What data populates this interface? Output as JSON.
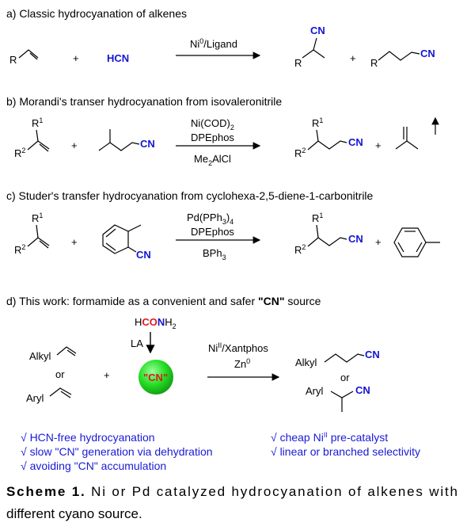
{
  "panel_a": {
    "title": "a) Classic hydrocyanation of alkenes",
    "substrate_r": "R",
    "plus1": "+",
    "reagent": "HCN",
    "condition": "Ni",
    "condition_sup": "0",
    "condition_rest": "/Ligand",
    "product1_cn": "CN",
    "product1_r": "R",
    "plus2": "+",
    "product2_r": "R",
    "product2_cn": "CN"
  },
  "panel_b": {
    "title": "b) Morandi's transer hydrocyanation from isovaleronitrile",
    "r1": "R",
    "r1_sup": "1",
    "r2": "R",
    "r2_sup": "2",
    "plus1": "+",
    "donor_cn": "CN",
    "cond1": "Ni(COD)",
    "cond1_sub": "2",
    "cond2": "DPEphos",
    "cond3_a": "Me",
    "cond3_sub": "2",
    "cond3_b": "AlCl",
    "prod_r1": "R",
    "prod_r1_sup": "1",
    "prod_r2": "R",
    "prod_r2_sup": "2",
    "prod_cn": "CN",
    "plus2": "+"
  },
  "panel_c": {
    "title": "c) Studer's transfer hydrocyanation from cyclohexa-2,5-diene-1-carbonitrile",
    "r1": "R",
    "r1_sup": "1",
    "r2": "R",
    "r2_sup": "2",
    "plus1": "+",
    "donor_cn": "CN",
    "cond1": "Pd(PPh",
    "cond1_sub": "3",
    "cond1_end": ")",
    "cond1_sub2": "4",
    "cond2": "DPEphos",
    "cond3": "BPh",
    "cond3_sub": "3",
    "prod_r1": "R",
    "prod_r1_sup": "1",
    "prod_r2": "R",
    "prod_r2_sup": "2",
    "prod_cn": "CN",
    "plus2": "+"
  },
  "panel_d": {
    "title_a": "d) This work: formamide as a convenient and safer ",
    "title_b": "\"CN\"",
    "title_c": " source",
    "formamide_h": "H",
    "formamide_co": "CO",
    "formamide_n": "N",
    "formamide_h2": "H",
    "formamide_sub": "2",
    "la": "LA",
    "alkyl": "Alkyl",
    "or1": "or",
    "aryl": "Aryl",
    "plus": "+",
    "cn_ball": "\"CN\"",
    "cond1": "Ni",
    "cond1_sup": "II",
    "cond1_rest": "/Xantphos",
    "cond2": "Zn",
    "cond2_sup": "0",
    "prod_alkyl": "Alkyl",
    "prod_alkyl_cn": "CN",
    "or2": "or",
    "prod_aryl": "Aryl",
    "prod_aryl_cn": "CN",
    "notes_left": [
      "√ HCN-free hydrocyanation",
      "√ slow \"CN\" generation via dehydration",
      "√ avoiding \"CN\" accumulation"
    ],
    "notes_right_a": "√ cheap Ni",
    "notes_right_sup": "II",
    "notes_right_b": " pre-catalyst",
    "notes_right_2": "√ linear or branched selectivity"
  },
  "caption": {
    "label": "Scheme 1.",
    "line1": " Ni or Pd catalyzed hydrocyanation of alkenes with",
    "line2": "different cyano source."
  },
  "colors": {
    "cn_blue": "#1414d2",
    "formamide_red": "#d81d1d",
    "ball_green": "#22dd22",
    "note_blue": "#1a1ad6"
  }
}
